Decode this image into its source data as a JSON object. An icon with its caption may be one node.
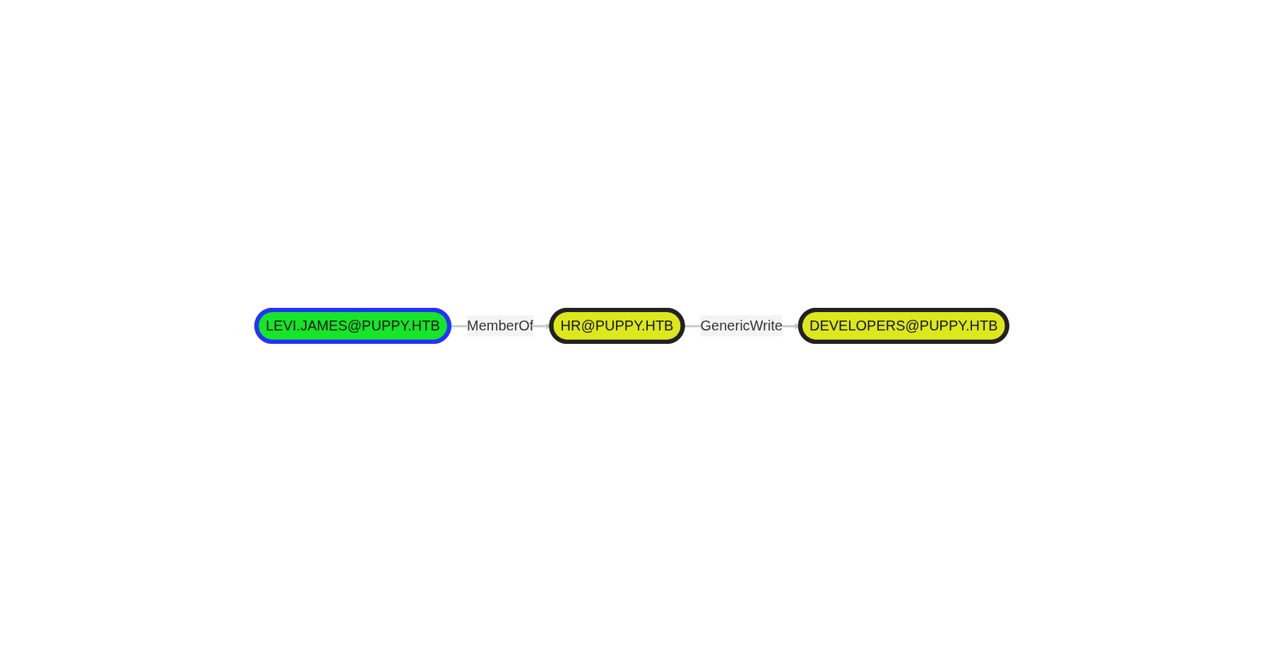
{
  "diagram": {
    "nodes": [
      {
        "text": [
          "HR@PUPPY.HTB"
        ]
      },
      {
        "text": [
          "LEVI.JAMES@PUPPY.HTB"
        ]
      },
      {
        "text": [
          "DEVELOPERS@PUPPY.HTB"
        ]
      }
    ],
    "edges": [
      {
        "from": 1,
        "to": 0,
        "arrow": "to",
        "label": "MemberOf"
      },
      {
        "from": 0,
        "to": 2,
        "arrow": "to",
        "label": "GenericWrite"
      }
    ]
  }
}
